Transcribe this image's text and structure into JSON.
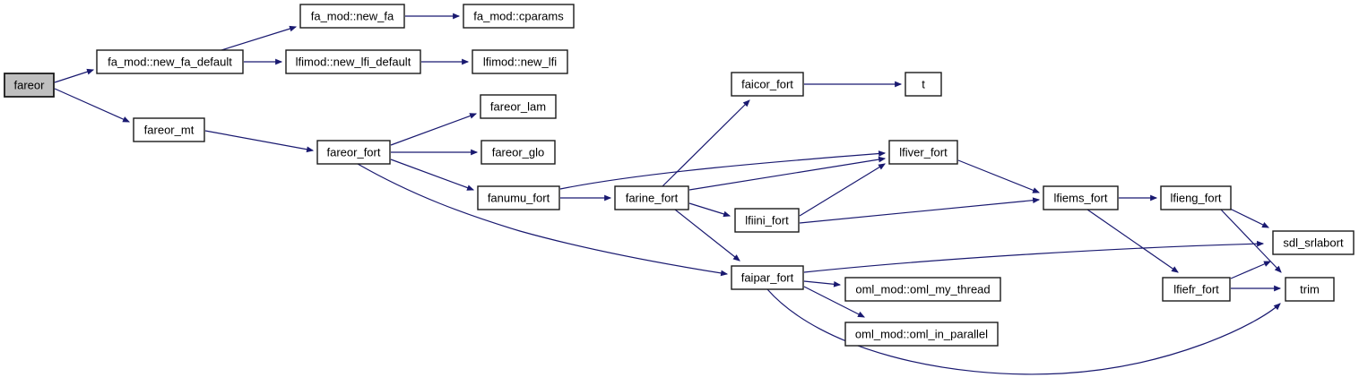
{
  "diagram": {
    "type": "call-graph",
    "root": "fareor",
    "nodes": [
      {
        "id": "fareor",
        "label": "fareor",
        "highlighted": true
      },
      {
        "id": "fa_mod::new_fa",
        "label": "fa_mod::new_fa",
        "highlighted": false
      },
      {
        "id": "fa_mod::cparams",
        "label": "fa_mod::cparams",
        "highlighted": false
      },
      {
        "id": "fa_mod::new_fa_default",
        "label": "fa_mod::new_fa_default",
        "highlighted": false
      },
      {
        "id": "lfimod::new_lfi_default",
        "label": "lfimod::new_lfi_default",
        "highlighted": false
      },
      {
        "id": "lfimod::new_lfi",
        "label": "lfimod::new_lfi",
        "highlighted": false
      },
      {
        "id": "fareor_mt",
        "label": "fareor_mt",
        "highlighted": false
      },
      {
        "id": "fareor_fort",
        "label": "fareor_fort",
        "highlighted": false
      },
      {
        "id": "fareor_lam",
        "label": "fareor_lam",
        "highlighted": false
      },
      {
        "id": "fareor_glo",
        "label": "fareor_glo",
        "highlighted": false
      },
      {
        "id": "fanumu_fort",
        "label": "fanumu_fort",
        "highlighted": false
      },
      {
        "id": "farine_fort",
        "label": "farine_fort",
        "highlighted": false
      },
      {
        "id": "faicor_fort",
        "label": "faicor_fort",
        "highlighted": false
      },
      {
        "id": "t",
        "label": "t",
        "highlighted": false
      },
      {
        "id": "lfiini_fort",
        "label": "lfiini_fort",
        "highlighted": false
      },
      {
        "id": "lfiver_fort",
        "label": "lfiver_fort",
        "highlighted": false
      },
      {
        "id": "lfiems_fort",
        "label": "lfiems_fort",
        "highlighted": false
      },
      {
        "id": "lfieng_fort",
        "label": "lfieng_fort",
        "highlighted": false
      },
      {
        "id": "sdl_srlabort",
        "label": "sdl_srlabort",
        "highlighted": false
      },
      {
        "id": "lfiefr_fort",
        "label": "lfiefr_fort",
        "highlighted": false
      },
      {
        "id": "trim",
        "label": "trim",
        "highlighted": false
      },
      {
        "id": "faipar_fort",
        "label": "faipar_fort",
        "highlighted": false
      },
      {
        "id": "oml_mod::oml_my_thread",
        "label": "oml_mod::oml_my_thread",
        "highlighted": false
      },
      {
        "id": "oml_mod::oml_in_parallel",
        "label": "oml_mod::oml_in_parallel",
        "highlighted": false
      }
    ],
    "edges": [
      {
        "from": "fareor",
        "to": "fa_mod::new_fa_default"
      },
      {
        "from": "fareor",
        "to": "fareor_mt"
      },
      {
        "from": "fa_mod::new_fa_default",
        "to": "fa_mod::new_fa"
      },
      {
        "from": "fa_mod::new_fa_default",
        "to": "lfimod::new_lfi_default"
      },
      {
        "from": "fa_mod::new_fa",
        "to": "fa_mod::cparams"
      },
      {
        "from": "lfimod::new_lfi_default",
        "to": "lfimod::new_lfi"
      },
      {
        "from": "fareor_mt",
        "to": "fareor_fort"
      },
      {
        "from": "fareor_fort",
        "to": "fareor_lam"
      },
      {
        "from": "fareor_fort",
        "to": "fareor_glo"
      },
      {
        "from": "fareor_fort",
        "to": "fanumu_fort"
      },
      {
        "from": "fareor_fort",
        "to": "faipar_fort"
      },
      {
        "from": "fanumu_fort",
        "to": "farine_fort"
      },
      {
        "from": "fanumu_fort",
        "to": "lfiver_fort"
      },
      {
        "from": "farine_fort",
        "to": "faicor_fort"
      },
      {
        "from": "faicor_fort",
        "to": "t"
      },
      {
        "from": "farine_fort",
        "to": "lfiver_fort"
      },
      {
        "from": "farine_fort",
        "to": "lfiini_fort"
      },
      {
        "from": "farine_fort",
        "to": "faipar_fort"
      },
      {
        "from": "lfiini_fort",
        "to": "lfiver_fort"
      },
      {
        "from": "lfiini_fort",
        "to": "lfiems_fort"
      },
      {
        "from": "lfiver_fort",
        "to": "lfiems_fort"
      },
      {
        "from": "lfiems_fort",
        "to": "lfieng_fort"
      },
      {
        "from": "lfiems_fort",
        "to": "lfiefr_fort"
      },
      {
        "from": "lfieng_fort",
        "to": "sdl_srlabort"
      },
      {
        "from": "lfieng_fort",
        "to": "trim"
      },
      {
        "from": "lfiefr_fort",
        "to": "sdl_srlabort"
      },
      {
        "from": "lfiefr_fort",
        "to": "trim"
      },
      {
        "from": "faipar_fort",
        "to": "oml_mod::oml_my_thread"
      },
      {
        "from": "faipar_fort",
        "to": "oml_mod::oml_in_parallel"
      },
      {
        "from": "faipar_fort",
        "to": "sdl_srlabort"
      },
      {
        "from": "faipar_fort",
        "to": "trim"
      }
    ]
  },
  "colors": {
    "background": "#ffffff",
    "arrow": "#191970",
    "node_border": "#1a1a1a",
    "node_fill": "#ffffff",
    "root_fill": "#bfbfbf",
    "text": "#000000"
  }
}
